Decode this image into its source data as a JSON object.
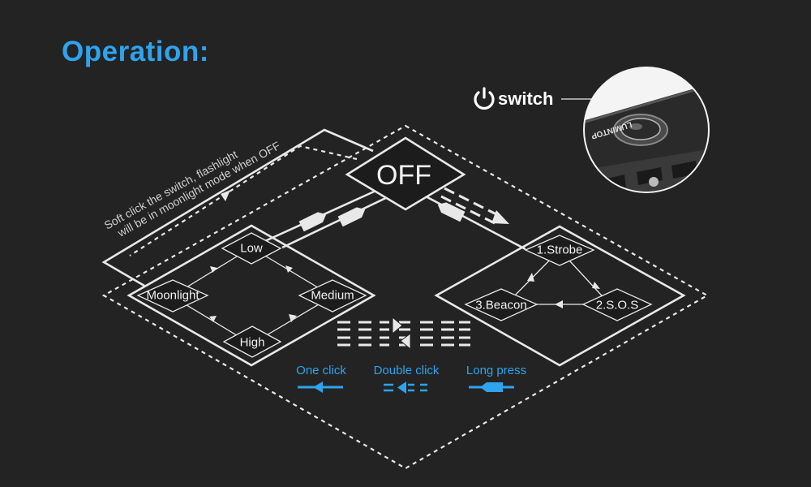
{
  "header": {
    "title": "Operation:"
  },
  "switch_callout": {
    "label": "switch",
    "device_brand": "LUMINTOP"
  },
  "off_state": {
    "label": "OFF"
  },
  "note": {
    "line1": "Soft click the switch, flashlight",
    "line2": "will be in moonlight mode when OFF"
  },
  "general_modes": {
    "low": "Low",
    "moonlight": "Moonlight",
    "medium": "Medium",
    "high": "High"
  },
  "special_modes": {
    "strobe": "1.Strobe",
    "sos": "2.S.O.S",
    "beacon": "3.Beacon"
  },
  "legend": {
    "one_click": "One click",
    "double_click": "Double click",
    "long_press": "Long press"
  },
  "colors": {
    "accent": "#2ea3ee",
    "background": "#232323",
    "line": "#e8e8e8"
  }
}
